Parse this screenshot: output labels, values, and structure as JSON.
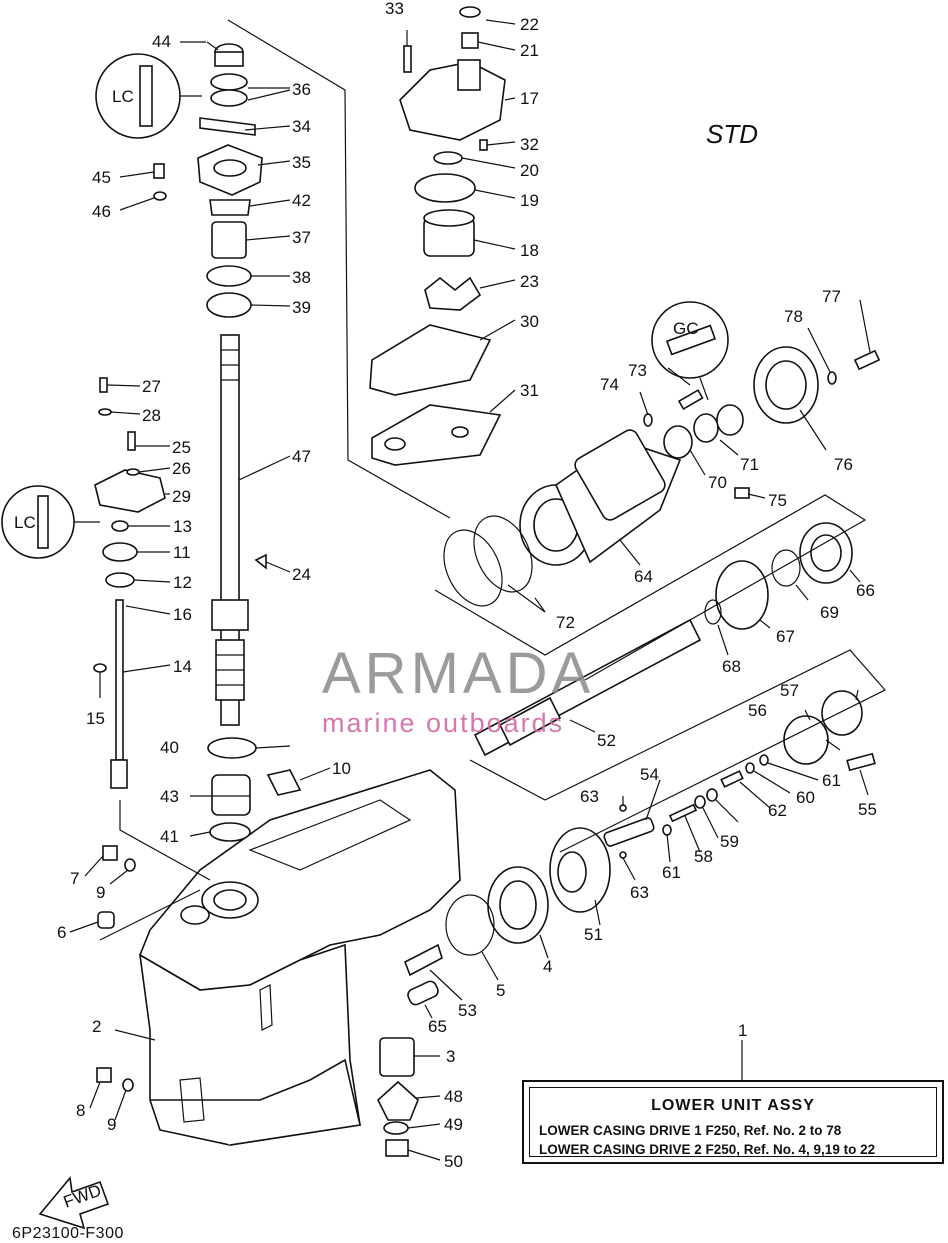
{
  "variant_label": "STD",
  "drawing_code": "6P23100-F300",
  "fwd_label": "FWD",
  "detail_marks": [
    "LC",
    "LC",
    "GC"
  ],
  "watermark": {
    "name": "ARMADA",
    "sub": "marine outboards"
  },
  "assembly_box": {
    "title": "LOWER  UNIT ASSY",
    "line1": "LOWER CASING DRIVE 1 F250,  Ref. No. 2 to 78",
    "line2": "LOWER CASING DRIVE 2 F250,  Ref. No. 4, 9,19 to 22"
  },
  "callouts": [
    "1",
    "2",
    "3",
    "4",
    "5",
    "6",
    "7",
    "8",
    "9",
    "9",
    "10",
    "11",
    "12",
    "13",
    "14",
    "15",
    "16",
    "17",
    "18",
    "19",
    "20",
    "21",
    "22",
    "23",
    "24",
    "25",
    "26",
    "27",
    "28",
    "29",
    "30",
    "31",
    "32",
    "33",
    "34",
    "35",
    "36",
    "37",
    "38",
    "39",
    "40",
    "41",
    "42",
    "43",
    "44",
    "45",
    "46",
    "47",
    "48",
    "49",
    "50",
    "51",
    "52",
    "53",
    "54",
    "55",
    "56",
    "57",
    "58",
    "59",
    "60",
    "61",
    "61",
    "62",
    "63",
    "63",
    "64",
    "65",
    "66",
    "67",
    "68",
    "69",
    "70",
    "71",
    "72",
    "73",
    "74",
    "75",
    "76",
    "77",
    "78"
  ],
  "colors": {
    "line": "#111111",
    "watermark_gray": "#8a8a8a",
    "watermark_pink": "#d16aa6"
  }
}
